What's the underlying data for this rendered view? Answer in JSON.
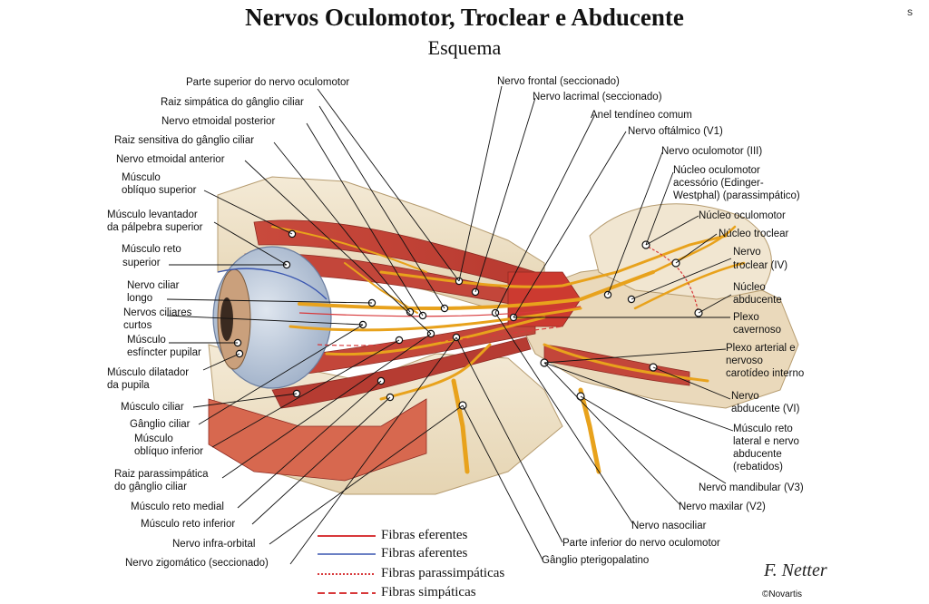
{
  "title": "Nervos Oculomotor, Troclear e Abducente",
  "subtitle": "Esquema",
  "labels_left": [
    "Parte superior do nervo oculomotor",
    "Raiz simpática do gânglio ciliar",
    "Nervo etmoidal posterior",
    "Raiz sensitiva do gânglio ciliar",
    "Nervo etmoidal anterior",
    "Músculo",
    "oblíquo superior",
    "Músculo levantador",
    "da pálpebra superior",
    "Músculo reto",
    "superior",
    "Nervo ciliar",
    "longo",
    "Nervos ciliares",
    "curtos",
    "Músculo",
    "esfíncter pupilar",
    "Músculo dilatador",
    "da pupila",
    "Músculo ciliar",
    "Gânglio ciliar",
    "Músculo",
    "oblíquo inferior",
    "Raiz parassimpática",
    "do gânglio ciliar",
    "Músculo reto medial",
    "Músculo reto inferior",
    "Nervo infra-orbital",
    "Nervo zigomático (seccionado)"
  ],
  "labels_right": [
    "Nervo frontal (seccionado)",
    "Nervo lacrimal (seccionado)",
    "Anel tendíneo comum",
    "Nervo oftálmico (V1)",
    "Nervo oculomotor (III)",
    "Núcleo oculomotor",
    "acessório (Edinger-",
    "Westphal) (parassimpático)",
    "Núcleo oculomotor",
    "Núcleo troclear",
    "Nervo",
    "troclear (IV)",
    "Núcleo",
    "abducente",
    "Plexo",
    "cavernoso",
    "Plexo arterial e",
    "nervoso",
    "carotídeo interno",
    "Nervo",
    "abducente (VI)",
    "Músculo reto",
    "lateral e nervo",
    "abducente",
    "(rebatidos)",
    "Nervo mandibular (V3)",
    "Nervo maxilar (V2)",
    "Nervo nasociliar",
    "Parte inferior do nervo oculomotor",
    "Gânglio pterigopalatino"
  ],
  "legend": {
    "efferent": "Fibras eferentes",
    "afferent": "Fibras aferentes",
    "parasympathetic": "Fibras parassimpáticas",
    "sympathetic": "Fibras simpáticas"
  },
  "colors": {
    "efferent": "#d8393b",
    "afferent": "#3a56b0",
    "parasympathetic": "#d8393b",
    "sympathetic": "#d8393b",
    "nerve": "#e8a21c",
    "muscle": "#c8443a",
    "bone": "#efe3c8"
  },
  "signature": "F. Netter",
  "copyright": "©Novartis",
  "edge_mark": "s"
}
